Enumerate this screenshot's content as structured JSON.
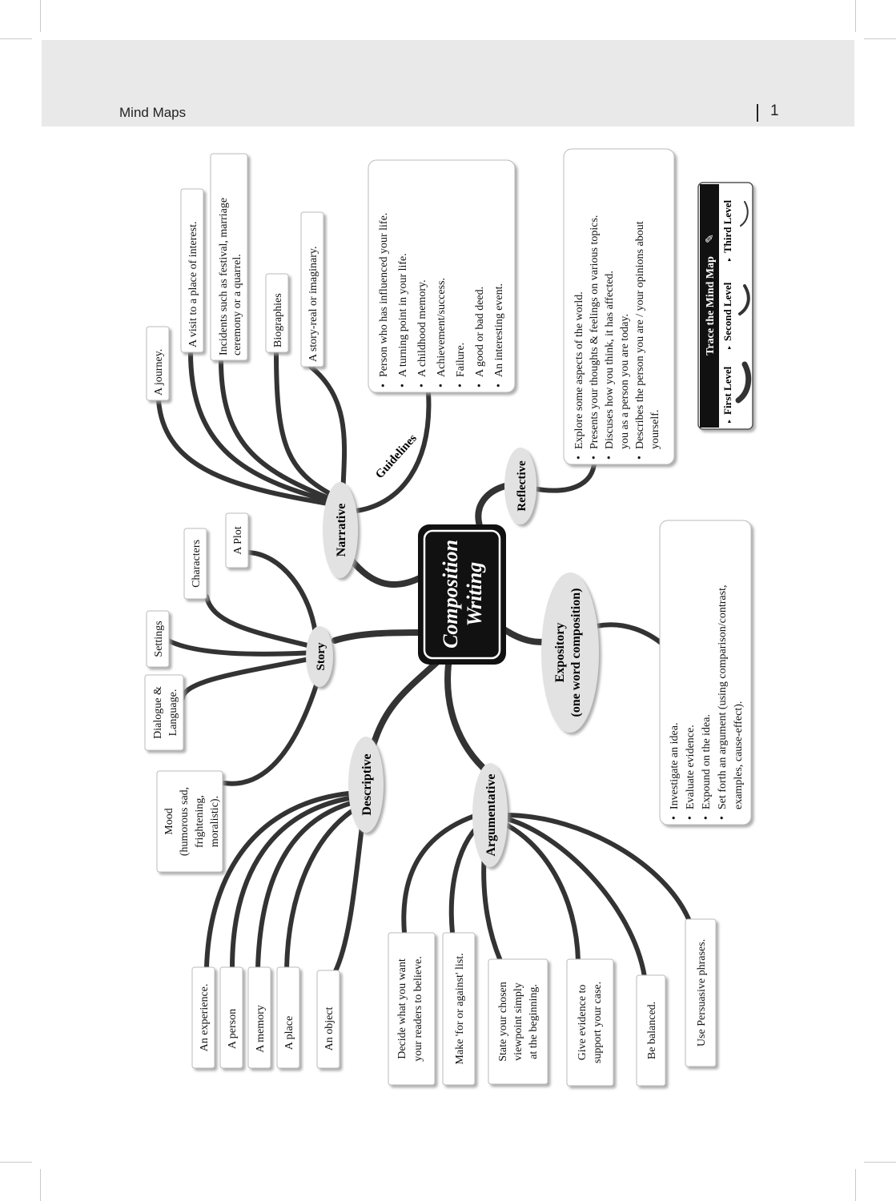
{
  "header": {
    "section_title": "Mind Maps",
    "page_number": "1"
  },
  "center": {
    "line1": "Composition",
    "line2": "Writing"
  },
  "branches": {
    "narrative": "Narrative",
    "story": "Story",
    "descriptive": "Descriptive",
    "argumentative": "Argumentative",
    "expository_1": "Expository",
    "expository_2": "(one word composition)",
    "reflective": "Reflective",
    "guidelines": "Guidelines"
  },
  "narrative_items": {
    "journey": "A journey.",
    "visit": "A visit to a place of interest.",
    "incidents_1": "Incidents such as festival, marriage",
    "incidents_2": "ceremony or a quarrel.",
    "biographies": "Biographies",
    "story_real": "A story-real or imaginary."
  },
  "guidelines_items": [
    "Person who has influenced your life.",
    "A turning point in your life.",
    "A childhood memory.",
    "Achievement/success.",
    "Failure.",
    "A good or bad deed.",
    "An interesting event."
  ],
  "reflective_items": {
    "r1": "Explore some aspects of the world.",
    "r2": "Presents your thoughts & feelings on various topics.",
    "r3_1": "Discuses how you think, it has affected.",
    "r3_2": "you as a person you are today.",
    "r4_1": "Describes the person you are / your opinions about",
    "r4_2": "yourself."
  },
  "expository_items": {
    "e1": "Investigate an idea.",
    "e2": "Evaluate evidence.",
    "e3": "Expound on the idea.",
    "e4_1": "Set forth an argument (using comparison/contrast,",
    "e4_2": "examples, cause-effect)."
  },
  "story_items": {
    "plot": "A Plot",
    "characters": "Characters",
    "settings": "Settings",
    "dialogue_1": "Dialogue &",
    "dialogue_2": "Language.",
    "mood_1": "Mood",
    "mood_2": "(humorous sad,",
    "mood_3": "frightening,",
    "mood_4": "moralistic)."
  },
  "descriptive_items": {
    "experience": "An experience.",
    "person": "A person",
    "memory": "A memory",
    "place": "A place",
    "object": "An object"
  },
  "argumentative_items": {
    "decide_1": "Decide what you want",
    "decide_2": "your readers to believe.",
    "make_list": "Make 'for or against' list.",
    "state_1": "State your chosen",
    "state_2": "viewpoint simply",
    "state_3": "at the beginning.",
    "give_1": "Give evidence to",
    "give_2": "support your case.",
    "balanced": "Be balanced.",
    "persuasive": "Use Persuasive phrases."
  },
  "legend": {
    "title": "Trace the Mind Map",
    "first": "First Level",
    "second": "Second Level",
    "third": "Third Level"
  }
}
